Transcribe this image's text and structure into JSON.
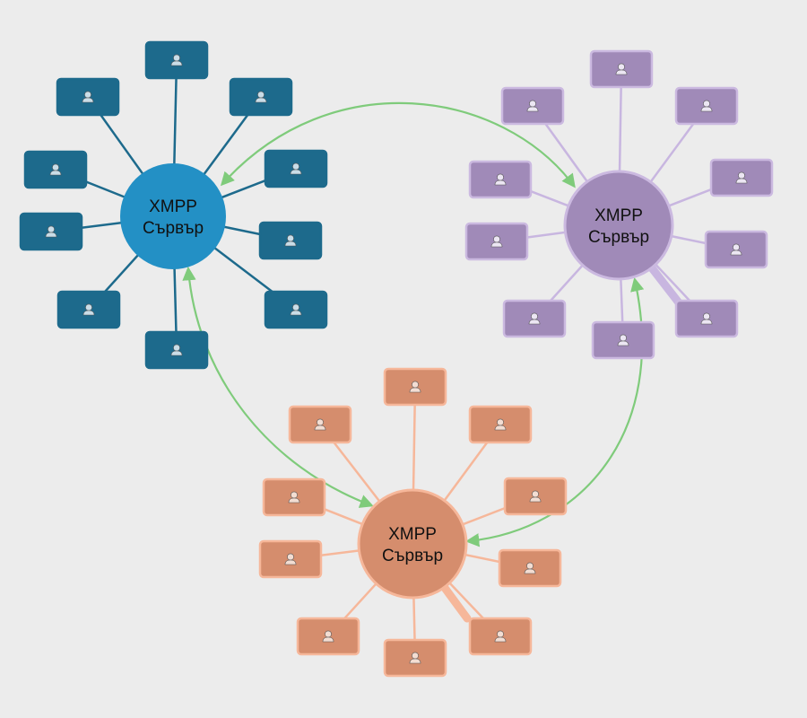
{
  "diagram": {
    "background": "#ececec",
    "link_color": "#7fcb7b",
    "servers": [
      {
        "id": "blue",
        "label_line1": "XMPP",
        "label_line2": "Сървър",
        "colors": {
          "circle": "#2390c5",
          "client": "#1d6a8c",
          "client_stroke": "#1d6a8c",
          "spoke": "#1d6a8c",
          "icon": "#c9dde8"
        },
        "clients": 10
      },
      {
        "id": "purple",
        "label_line1": "XMPP",
        "label_line2": "Сървър",
        "colors": {
          "circle": "#a08ab8",
          "client": "#a08ab8",
          "client_stroke": "#cbb9e0",
          "spoke": "#c8b6e0",
          "icon": "#ece6f3"
        },
        "clients": 11
      },
      {
        "id": "orange",
        "label_line1": "XMPP",
        "label_line2": "Сървър",
        "colors": {
          "circle": "#d58d6d",
          "client": "#d58d6d",
          "client_stroke": "#f6b79a",
          "spoke": "#f6b79a",
          "icon": "#f3ddd2"
        },
        "clients": 11
      }
    ],
    "links": [
      {
        "from": "purple",
        "to": "blue"
      },
      {
        "from": "blue",
        "to": "orange"
      },
      {
        "from": "purple",
        "to": "orange"
      }
    ]
  }
}
